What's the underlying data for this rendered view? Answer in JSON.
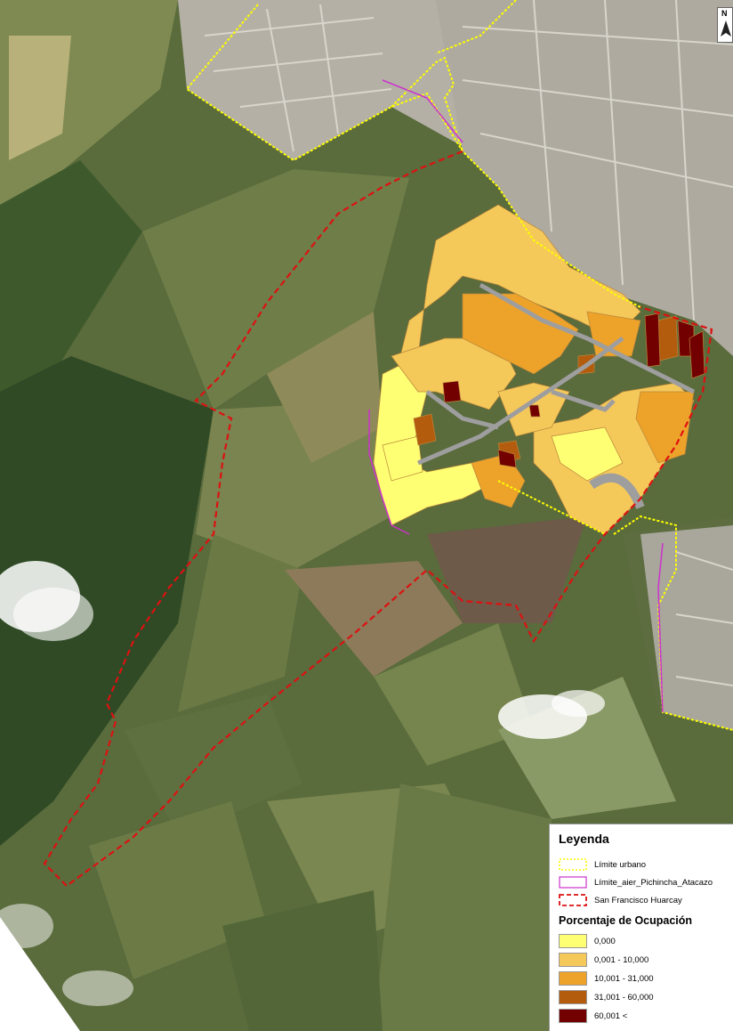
{
  "map": {
    "north_arrow": {
      "letter": "N",
      "icon": "north-arrow-icon"
    },
    "colors": {
      "urbano": "#ffff00",
      "aier": "#cc33cc",
      "parroquia": "#dd1111"
    }
  },
  "legend": {
    "title": "Leyenda",
    "boundaries": [
      {
        "label": "Límite urbano",
        "style": "dotted-yellow",
        "color": "#ffff00"
      },
      {
        "label": "Límite_aier_Pichincha_Atacazo",
        "style": "solid-purple",
        "color": "#cc33cc"
      },
      {
        "label": "San Francisco Huarcay",
        "style": "dashed-red",
        "color": "#dd1111"
      }
    ],
    "subtitle": "Porcentaje de Ocupación",
    "classes": [
      {
        "label": "0,000",
        "color": "#ffff73"
      },
      {
        "label": "0,001 - 10,000",
        "color": "#f5c85a"
      },
      {
        "label": "10,001 - 31,000",
        "color": "#eda22a"
      },
      {
        "label": "31,001 - 60,000",
        "color": "#b35c0e"
      },
      {
        "label": "60,001 <",
        "color": "#730000"
      }
    ]
  }
}
